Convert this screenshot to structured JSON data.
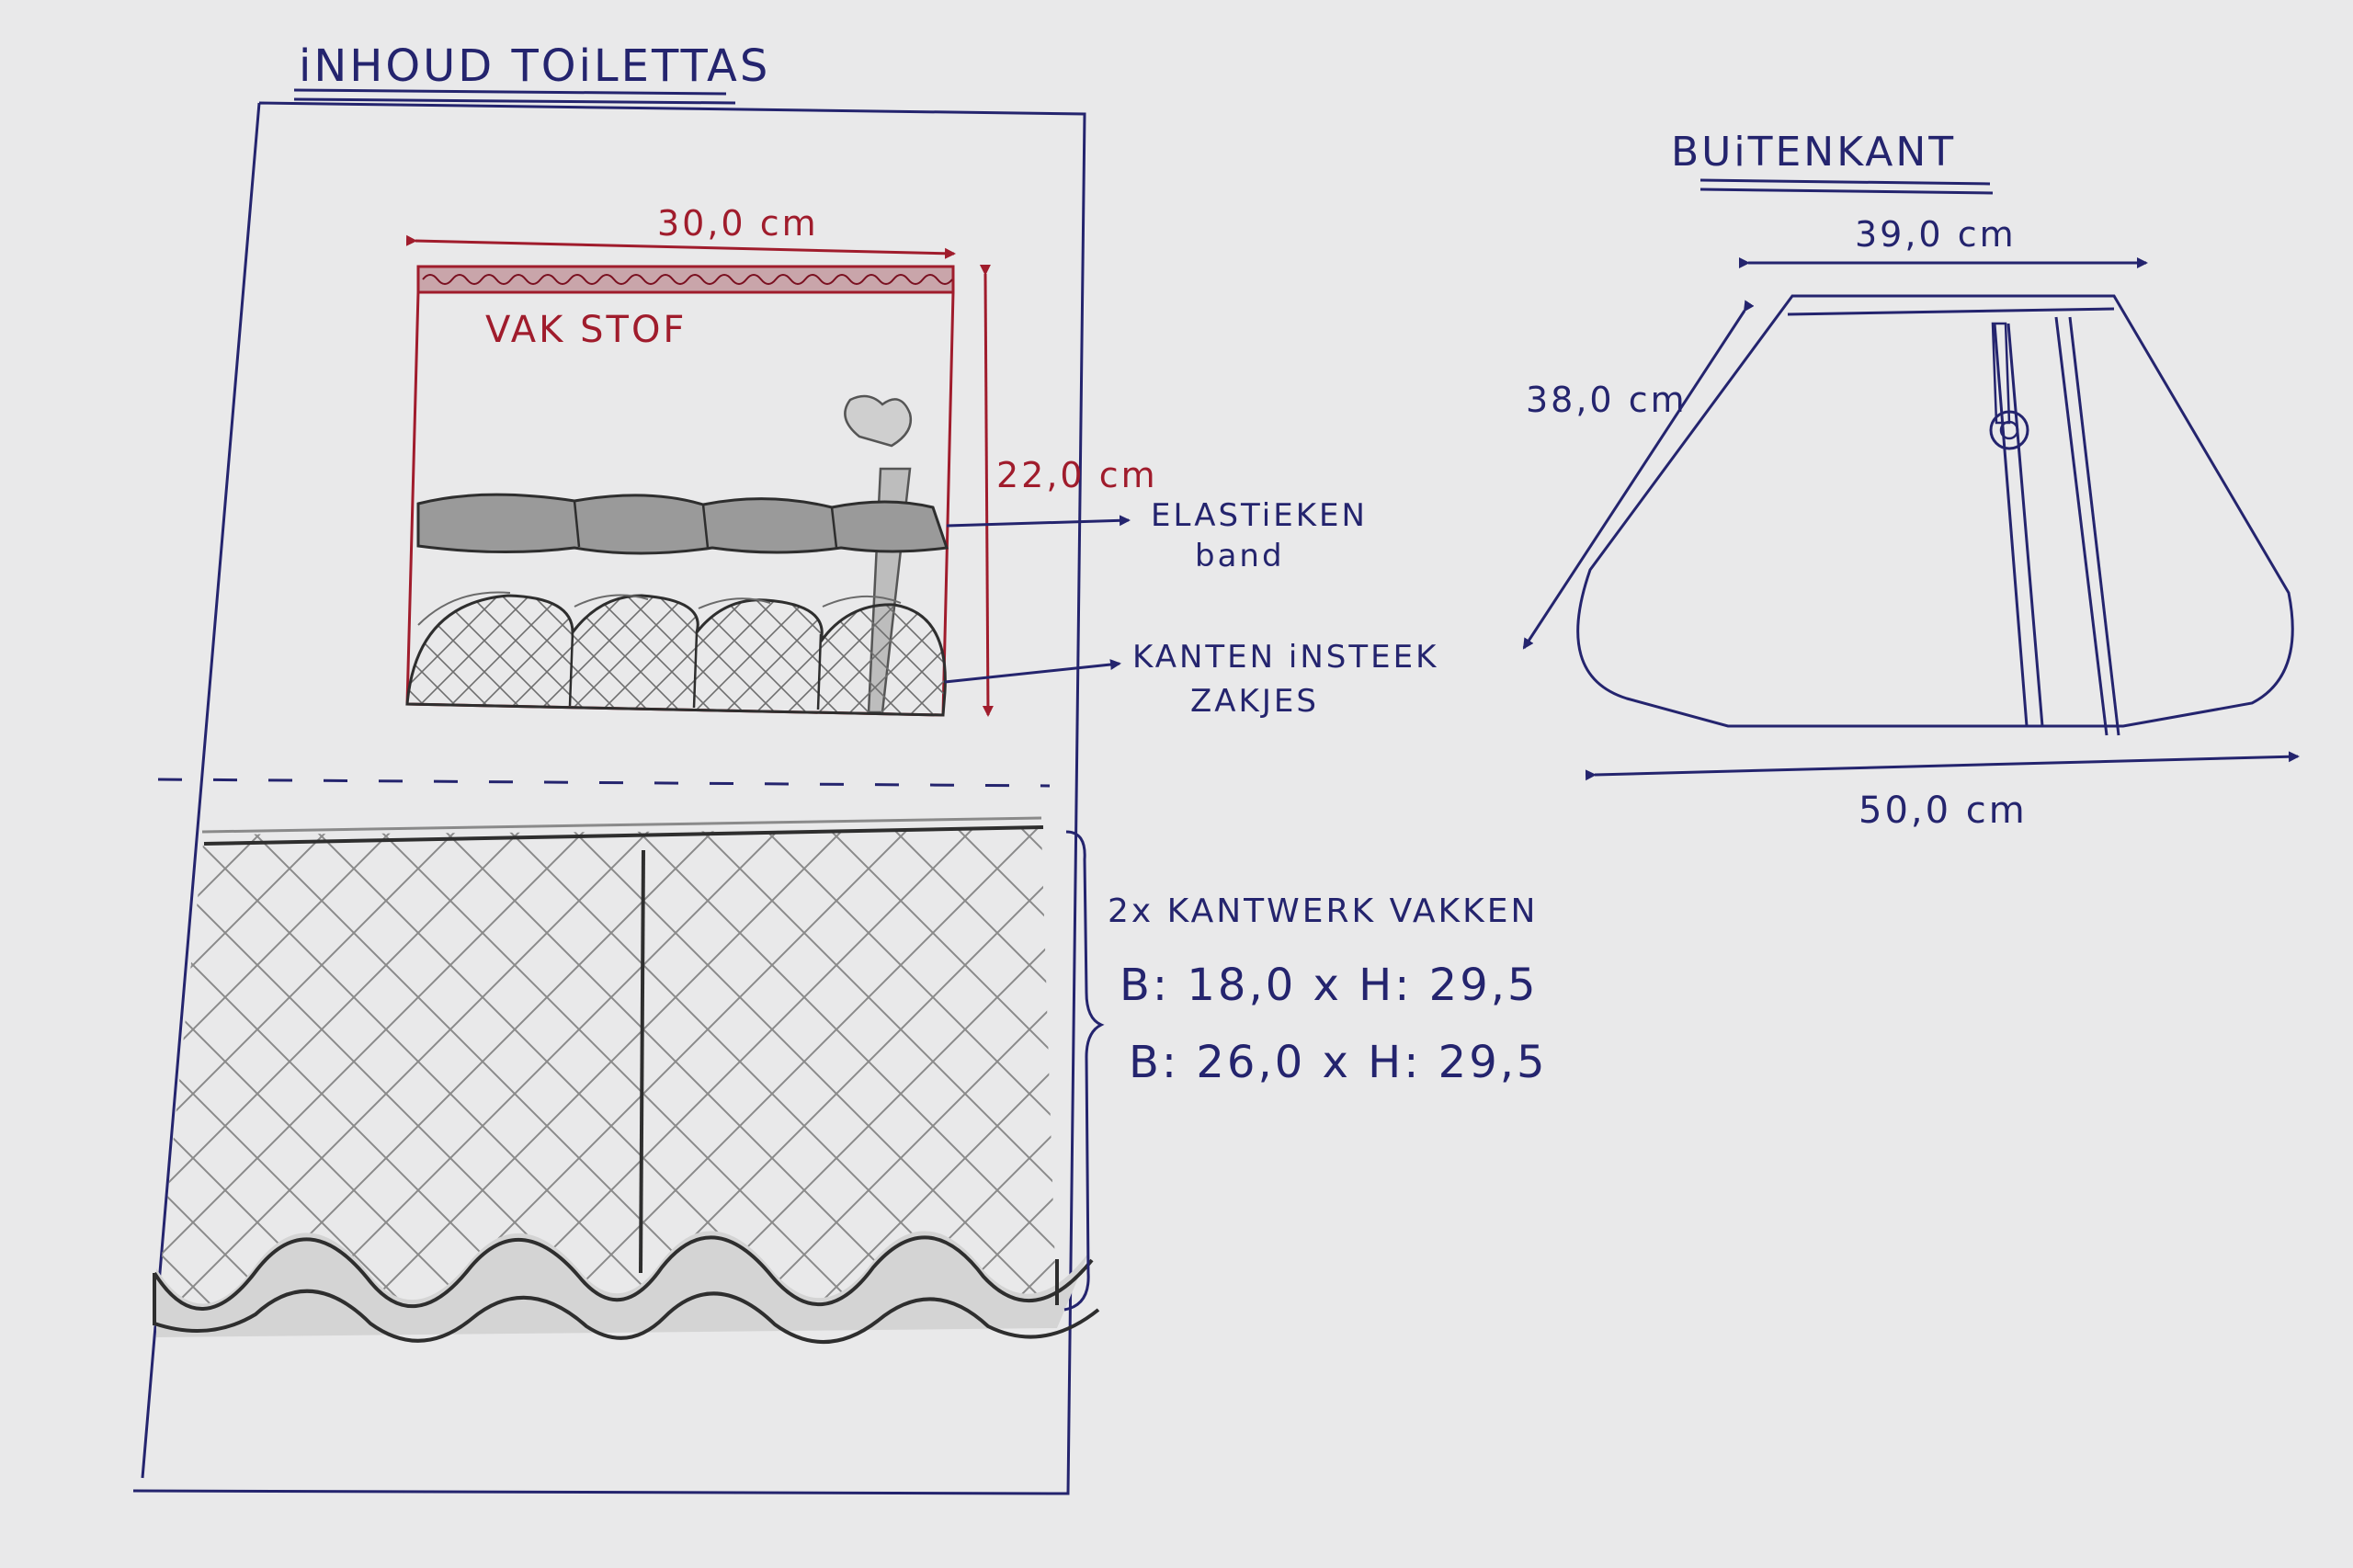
{
  "left_title": "iNHOUD TOiLETTAS",
  "right_title": "BUiTENKANT",
  "left": {
    "pocket_width": "30,0 cm",
    "pocket_height": "22,0 cm",
    "vak_stof": "VAK STOF",
    "elastic_band_line1": "ELASTiEKEN",
    "elastic_band_line2": "band",
    "lace_pockets_line1": "KANTEN iNSTEEK",
    "lace_pockets_line2": "ZAKJES",
    "lace_compartments": "2x KANTWERK VAKKEN",
    "size_1": "B: 18,0 x H: 29,5",
    "size_2": "B: 26,0 x H: 29,5"
  },
  "right": {
    "top_width": "39,0 cm",
    "side_length": "38,0 cm",
    "bottom_width": "50,0 cm"
  },
  "colors": {
    "paper": "#e9e9ea",
    "ink_blue": "#24246e",
    "ink_red": "#a01c2c",
    "pencil": "#5a5a5a"
  }
}
